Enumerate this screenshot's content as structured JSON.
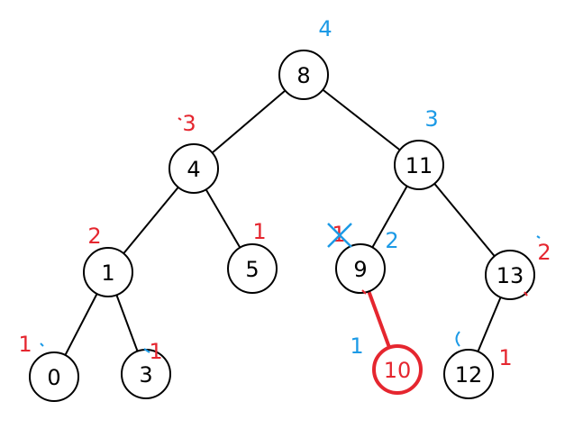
{
  "colors": {
    "black": "#000000",
    "red": "#e5262f",
    "blue": "#1c9ae6"
  },
  "nodes": {
    "n8": {
      "label": "8",
      "height": "4"
    },
    "n4": {
      "label": "4",
      "height": "3"
    },
    "n11": {
      "label": "11",
      "height": "3"
    },
    "n1": {
      "label": "1",
      "height": "2"
    },
    "n5": {
      "label": "5",
      "height": "1"
    },
    "n9": {
      "label": "9",
      "height": "2",
      "old_height": "1"
    },
    "n13": {
      "label": "13",
      "height": "2"
    },
    "n0": {
      "label": "0",
      "height": "1"
    },
    "n3": {
      "label": "3",
      "height": "1"
    },
    "n10": {
      "label": "10",
      "height": "1"
    },
    "n12": {
      "label": "12",
      "height": "1"
    }
  }
}
